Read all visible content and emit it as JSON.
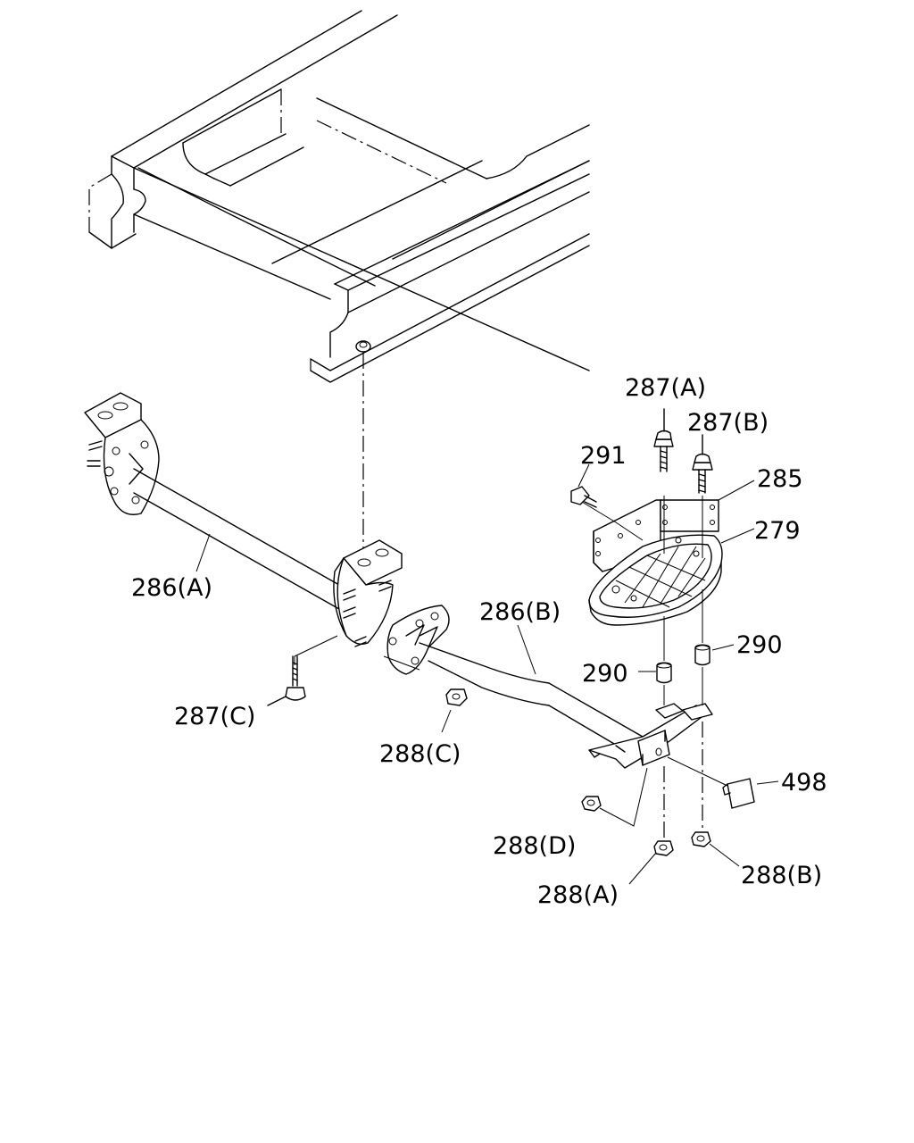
{
  "labels": {
    "l279": "279",
    "l285": "285",
    "l286a": "286(A)",
    "l286b": "286(B)",
    "l287a": "287(A)",
    "l287b": "287(B)",
    "l287c": "287(C)",
    "l288a": "288(A)",
    "l288b": "288(B)",
    "l288c": "288(C)",
    "l288d": "288(D)",
    "l290a": "290",
    "l290b": "290",
    "l291": "291",
    "l498": "498"
  }
}
